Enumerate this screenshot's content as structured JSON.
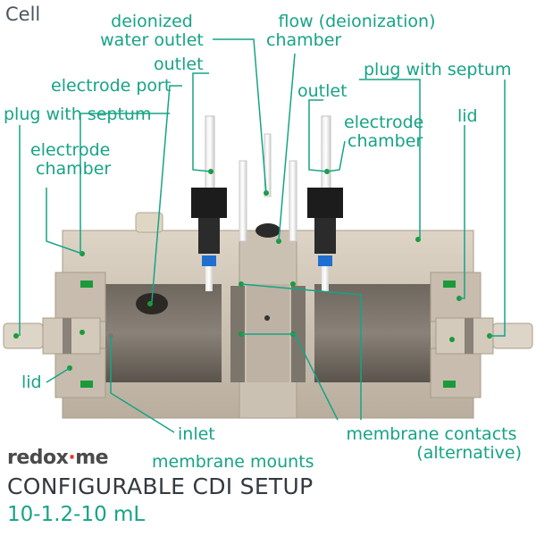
{
  "header": {
    "title": "Cell"
  },
  "labels": {
    "deionized_water_outlet_1": "deionized",
    "deionized_water_outlet_2": "water outlet",
    "flow_chamber_1": "flow (deionization)",
    "flow_chamber_2": "chamber",
    "outlet_left": "outlet",
    "plug_septum_right": "plug with septum",
    "electrode_port": "electrode port",
    "outlet_right": "outlet",
    "plug_septum_left": "plug with septum",
    "electrode_chamber_right_1": "electrode",
    "electrode_chamber_right_2": "chamber",
    "lid_right": "lid",
    "electrode_chamber_left_1": "electrode",
    "electrode_chamber_left_2": "chamber",
    "lid_left": "lid",
    "inlet": "inlet",
    "membrane_contacts_1": "membrane contacts",
    "membrane_contacts_2": "(alternative)",
    "membrane_mounts": "membrane mounts"
  },
  "brand": {
    "part1": "redox",
    "part2": "·",
    "part3": "me"
  },
  "footer": {
    "setup_title": "CONFIGURABLE CDI SETUP",
    "volume": "10-1.2-10 mL"
  },
  "colors": {
    "accent": "#17a386",
    "body": "#cfc5b6",
    "body_dark": "#9a8f80",
    "brand_red": "#e2362a"
  }
}
